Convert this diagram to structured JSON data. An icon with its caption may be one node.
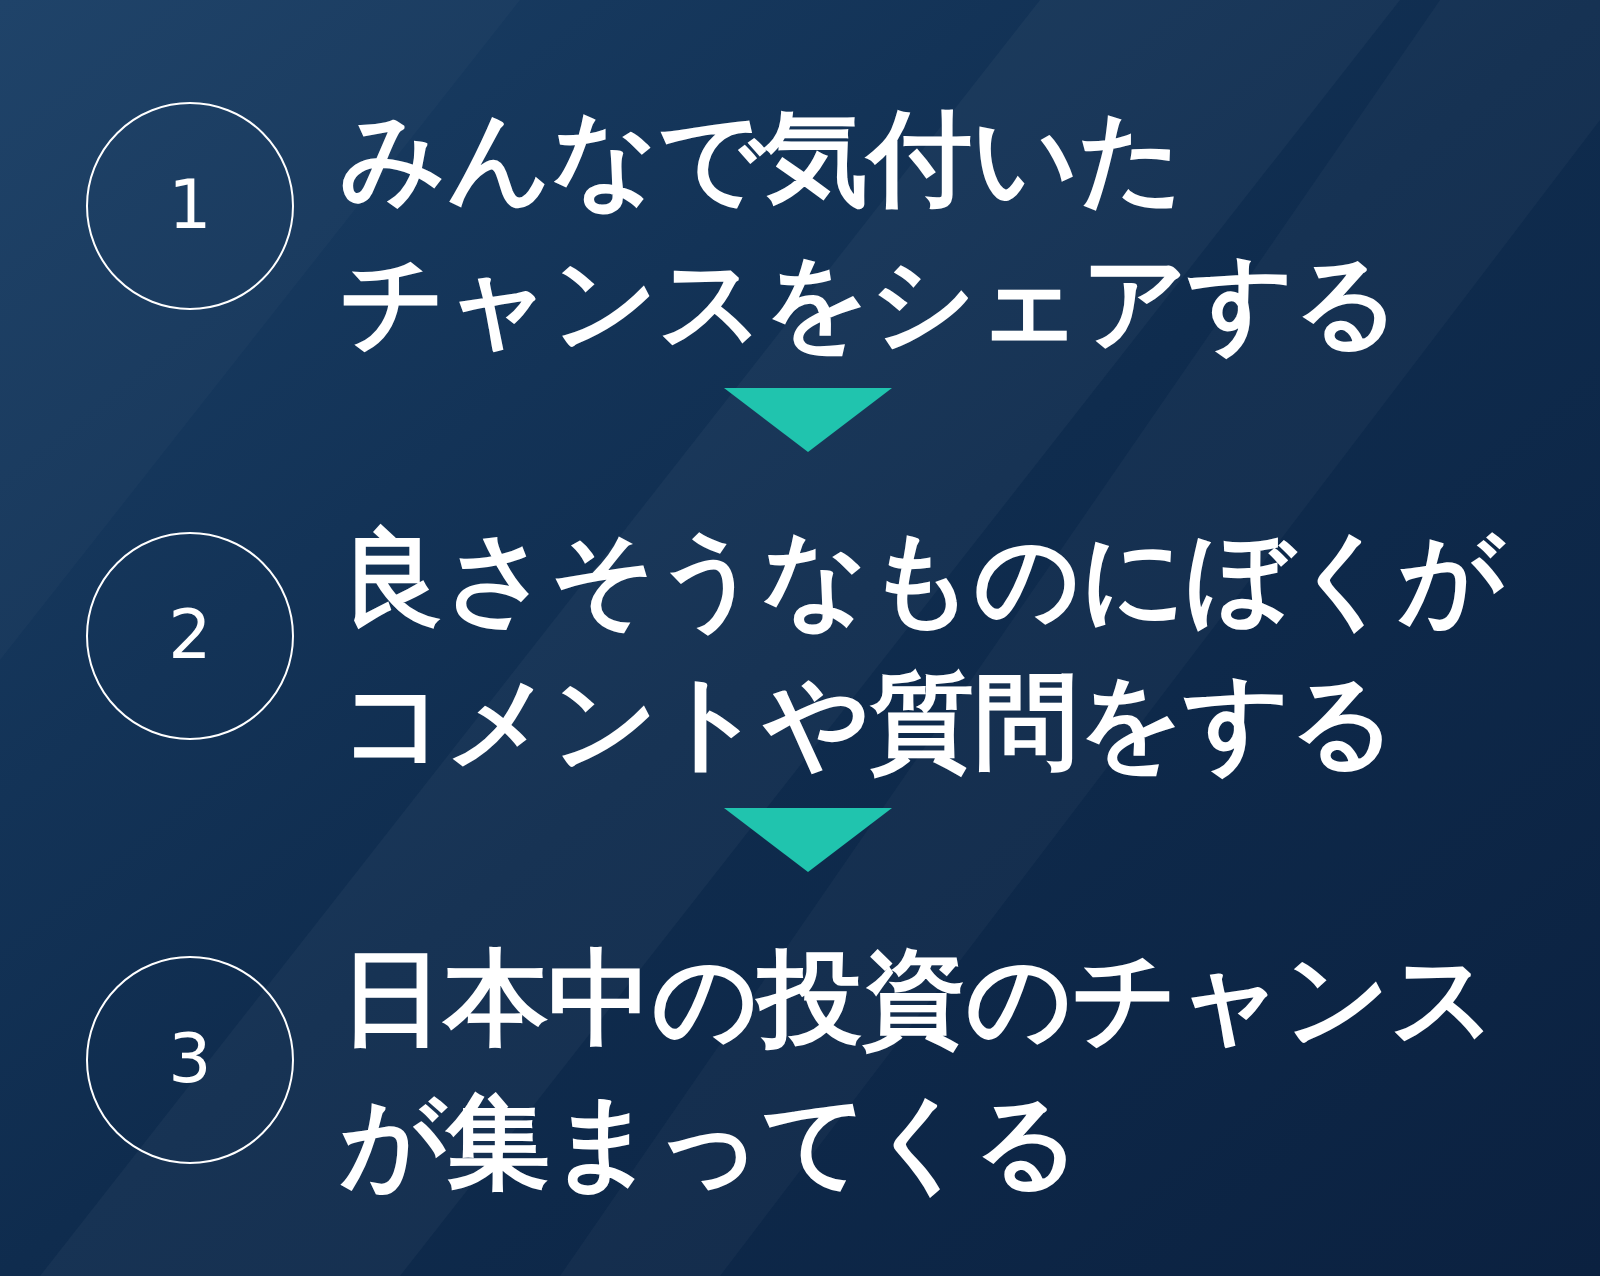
{
  "diagram": {
    "nodes": [
      {
        "text": [
          "1"
        ]
      },
      {
        "text": [
          "みんなで気付いたチャンスをシェアする"
        ]
      },
      {
        "text": [
          "2"
        ]
      },
      {
        "text": [
          "良さそうなものにぼくがコメントや質問をする"
        ]
      },
      {
        "text": [
          "3"
        ]
      },
      {
        "text": [
          "日本中の投資のチャンスが集まってくる"
        ]
      }
    ],
    "edges": [
      {
        "from": 1,
        "to": 3,
        "arrow": "to"
      },
      {
        "from": 3,
        "to": 5,
        "arrow": "to"
      }
    ]
  }
}
